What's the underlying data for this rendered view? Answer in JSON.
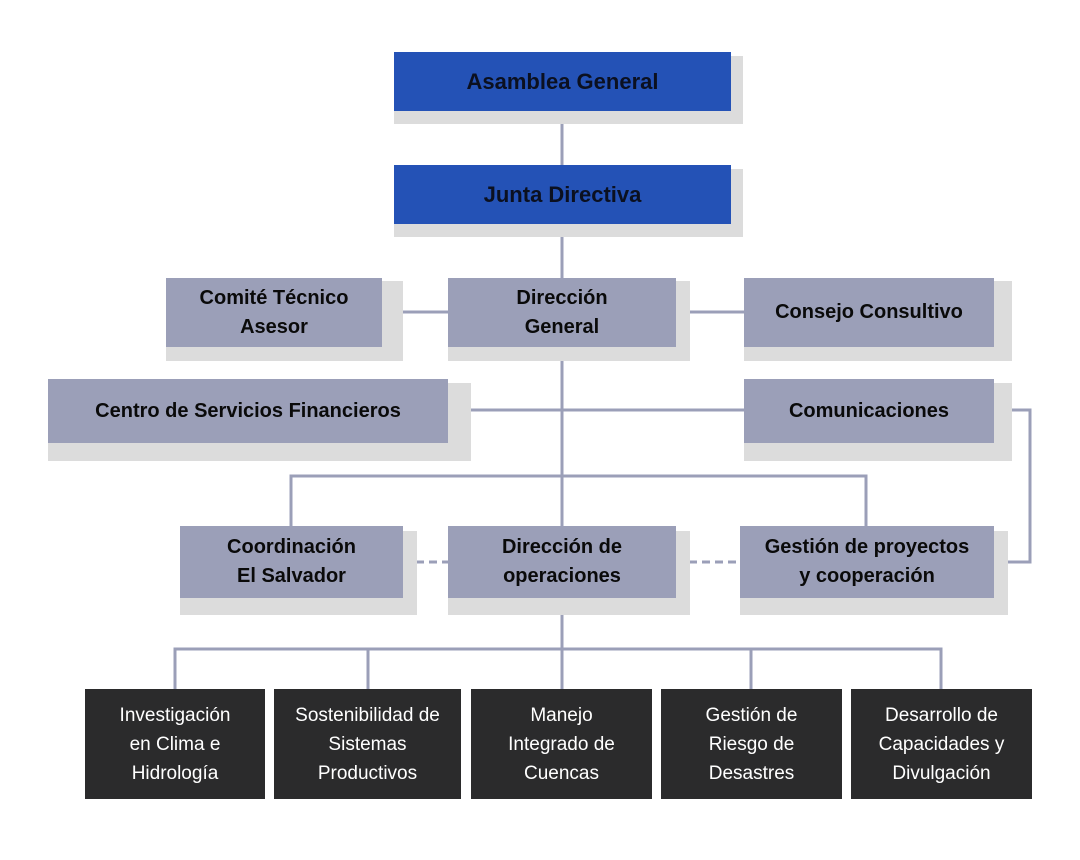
{
  "nodes": {
    "asamblea": "Asamblea General",
    "junta": "Junta Directiva",
    "comite": "Comité Técnico\nAsesor",
    "direccion_general": "Dirección\nGeneral",
    "consejo": "Consejo Consultivo",
    "centro": "Centro de Servicios Financieros",
    "comunicaciones": "Comunicaciones",
    "coordinacion": "Coordinación\nEl Salvador",
    "direccion_operaciones": "Dirección de\noperaciones",
    "gestion_proyectos": "Gestión de proyectos\ny cooperación",
    "investigacion": "Investigación\nen Clima e\nHidrología",
    "sostenibilidad": "Sostenibilidad de\nSistemas\nProductivos",
    "manejo": "Manejo\nIntegrado de\nCuencas",
    "riesgo": "Gestión de\nRiesgo de\nDesastres",
    "desarrollo": "Desarrollo de\nCapacidades y\nDivulgación"
  },
  "colors": {
    "top_level": "#2452b6",
    "mid_level": "#9b9fb8",
    "bottom_level": "#2b2b2c",
    "shadow": "#dcdcdc",
    "connector": "#9b9fb8"
  }
}
